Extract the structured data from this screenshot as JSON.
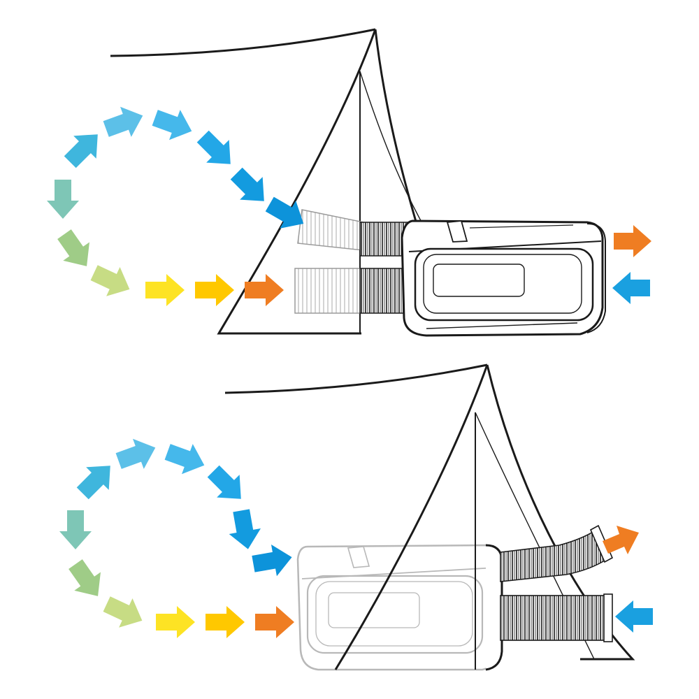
{
  "colors": {
    "line": "#1a1a1a",
    "device_fill": "#ffffff",
    "ghost": "#b8b8b8",
    "hot_out": "#ef7d22",
    "cold_in": "#1aa0e0"
  },
  "icons": {
    "arrow": "flow-arrow-icon",
    "tent": "tent-wall-icon",
    "unit": "air-conditioner-unit-icon",
    "hose": "ribbed-hose-icon"
  },
  "panels": [
    {
      "id": "top",
      "unit_position": "outside",
      "loop_colors": [
        "#ef7d22",
        "#ffc800",
        "#fde324",
        "#c7dc84",
        "#9fcc87",
        "#7ec6b6",
        "#3fb6dd",
        "#5cc0e8",
        "#45b8eb",
        "#23a7e7",
        "#139bdf",
        "#0d93da"
      ],
      "out_flow": "hot-air-out",
      "in_flow": "fresh-air-in"
    },
    {
      "id": "bottom",
      "unit_position": "inside",
      "loop_colors": [
        "#ef7d22",
        "#ffc800",
        "#fde324",
        "#c7dc84",
        "#9fcc87",
        "#7ec6b6",
        "#3fb6dd",
        "#5cc0e8",
        "#45b8eb",
        "#23a7e7",
        "#139bdf",
        "#0d93da"
      ],
      "out_flow": "hot-air-out",
      "in_flow": "fresh-air-in"
    }
  ]
}
